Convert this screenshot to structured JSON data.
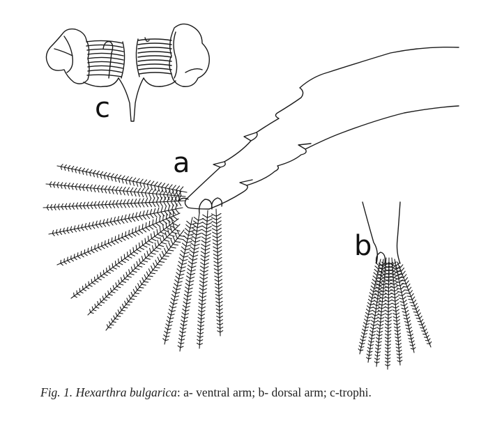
{
  "figure": {
    "label_a": "a",
    "label_b": "b",
    "label_c": "c"
  },
  "caption": {
    "fig": "Fig. 1.",
    "species": "Hexarthra bulgarica",
    "text": ": a- ventral arm; b- dorsal arm; c-trophi."
  }
}
